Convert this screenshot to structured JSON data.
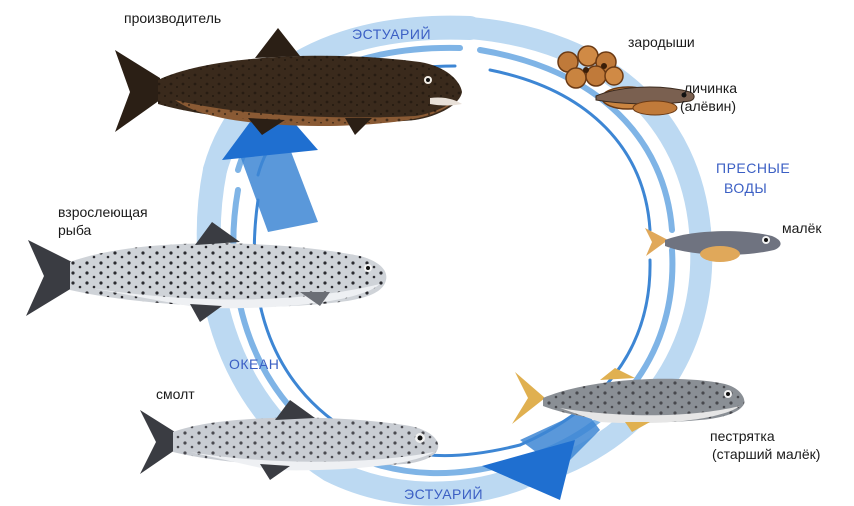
{
  "labels": {
    "spawner": "производитель",
    "embryos": "зародыши",
    "larva_line1": "личинка",
    "larva_line2": "(алёвин)",
    "fry": "малёк",
    "parr_line1": "пестрятка",
    "parr_line2": "(старший малёк)",
    "smolt": "смолт",
    "maturing_line1": "взрослеющая",
    "maturing_line2": "рыба"
  },
  "zones": {
    "estuary_top": "ЭСТУАРИЙ",
    "estuary_bottom": "ЭСТУАРИЙ",
    "freshwater_line1": "ПРЕСНЫЕ",
    "freshwater_line2": "ВОДЫ",
    "ocean": "ОКЕАН"
  },
  "colors": {
    "water_light": "#bcd9f2",
    "water_mid": "#7fb4e6",
    "water_dark": "#3d86d4",
    "zone_text": "#3b5fc4",
    "spawner_body": "#3a2a1c",
    "spawner_belly": "#8a5a34",
    "silver_fish": "#d9dde2",
    "egg": "#c07a3a"
  },
  "icons": [
    "arrow-up-icon",
    "arrow-down-left-icon"
  ]
}
